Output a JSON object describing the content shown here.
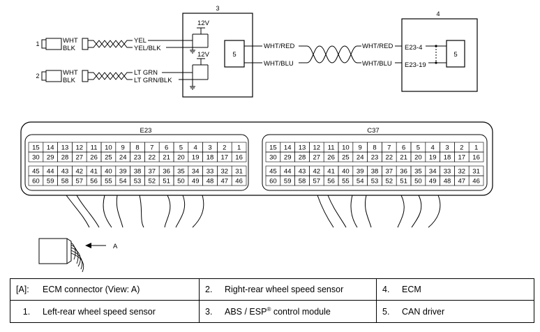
{
  "components": {
    "c1": "1",
    "c2": "2",
    "c3": "3",
    "c4": "4",
    "c5a": "5",
    "c5b": "5"
  },
  "wires": {
    "s1_wht": "WHT",
    "s1_blk": "BLK",
    "s2_wht": "WHT",
    "s2_blk": "BLK",
    "yel": "YEL",
    "yel_blk": "YEL/BLK",
    "lt_grn": "LT GRN",
    "lt_grn_blk": "LT GRN/BLK",
    "v12_a": "12V",
    "v12_b": "12V",
    "abs_wht_red": "WHT/RED",
    "abs_wht_blu": "WHT/BLU",
    "ecm_wht_red": "WHT/RED",
    "ecm_wht_blu": "WHT/BLU",
    "pin_e23_4": "E23-4",
    "pin_e23_19": "E23-19"
  },
  "connectors": {
    "left_name": "E23",
    "right_name": "C37",
    "row1": [
      "15",
      "14",
      "13",
      "12",
      "11",
      "10",
      "9",
      "8",
      "7",
      "6",
      "5",
      "4",
      "3",
      "2",
      "1"
    ],
    "row2": [
      "30",
      "29",
      "28",
      "27",
      "26",
      "25",
      "24",
      "23",
      "22",
      "21",
      "20",
      "19",
      "18",
      "17",
      "16"
    ],
    "row3": [
      "45",
      "44",
      "43",
      "42",
      "41",
      "40",
      "39",
      "38",
      "37",
      "36",
      "35",
      "34",
      "33",
      "32",
      "31"
    ],
    "row4": [
      "60",
      "59",
      "58",
      "57",
      "56",
      "55",
      "54",
      "53",
      "52",
      "51",
      "50",
      "49",
      "48",
      "47",
      "46"
    ]
  },
  "view_label": "A",
  "legend": {
    "r1c1_key": "[A]:",
    "r1c1_text": "ECM connector (View: A)",
    "r1c2_key": "2.",
    "r1c2_text": "Right-rear wheel speed sensor",
    "r1c3_key": "4.",
    "r1c3_text": "ECM",
    "r2c1_key": "1.",
    "r2c1_text": "Left-rear wheel speed sensor",
    "r2c2_key": "3.",
    "r2c2_text": "ABS / ESP",
    "r2c2_sup": "®",
    "r2c2_tail": " control module",
    "r2c3_key": "5.",
    "r2c3_text": "CAN driver"
  }
}
